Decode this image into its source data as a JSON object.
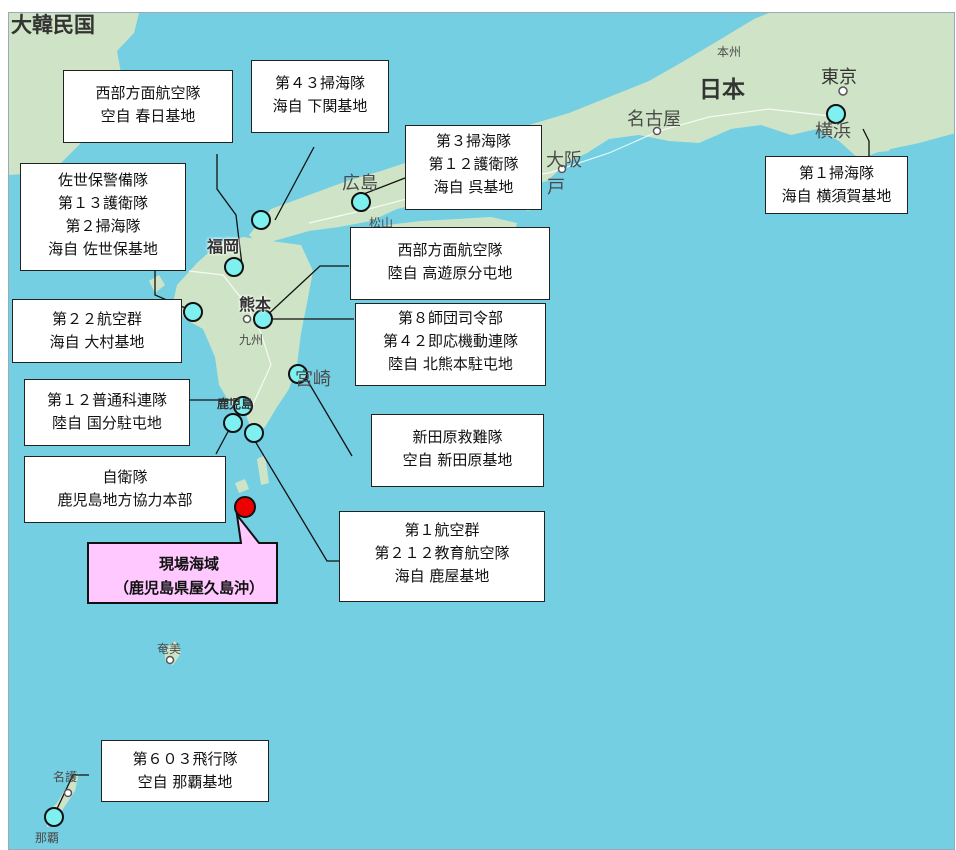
{
  "map": {
    "place_names": {
      "korea": "大韓民国",
      "japan": "日本",
      "honshu": "本州",
      "tokyo": "東京",
      "yokohama": "横浜",
      "nagoya": "名古屋",
      "osaka": "大阪",
      "kobe": "戸",
      "hiroshima": "広島",
      "matsuyama": "松山",
      "fukuoka": "福岡",
      "kumamoto": "熊本",
      "kyushu": "九州",
      "miyazaki": "宮崎",
      "kagoshima": "鹿児島",
      "amami": "奄美",
      "nago": "名護",
      "naha": "那覇"
    },
    "marker_colors": {
      "base": "#7ff0f0",
      "incident": "#ee0000"
    },
    "incident_label": {
      "line1": "現場海域",
      "line2": "（鹿児島県屋久島沖）",
      "fill": "#ffc8ff"
    },
    "labels": {
      "seibu_air": [
        "西部方面航空隊",
        "空自 春日基地"
      ],
      "mine43": [
        "第４３掃海隊",
        "海自 下関基地"
      ],
      "kure": [
        "第３掃海隊",
        "第１２護衛隊",
        "海自 呉基地"
      ],
      "yokosuka": [
        "第１掃海隊",
        "海自 横須賀基地"
      ],
      "sasebo": [
        "佐世保警備隊",
        "第１３護衛隊",
        "第２掃海隊",
        "海自 佐世保基地"
      ],
      "takayubaru": [
        "西部方面航空隊",
        "陸自 高遊原分屯地"
      ],
      "omura": [
        "第２２航空群",
        "海自 大村基地"
      ],
      "kitakumamoto": [
        "第８師団司令部",
        "第４２即応機動連隊",
        "陸自 北熊本駐屯地"
      ],
      "kokubu": [
        "第１２普通科連隊",
        "陸自 国分駐屯地"
      ],
      "nyutabaru": [
        "新田原救難隊",
        "空自 新田原基地"
      ],
      "pco": [
        "自衛隊",
        "鹿児島地方協力本部"
      ],
      "kanoya": [
        "第１航空群",
        "第２１２教育航空隊",
        "海自 鹿屋基地"
      ],
      "naha_air": [
        "第６０３飛行隊",
        "空自 那覇基地"
      ]
    }
  }
}
